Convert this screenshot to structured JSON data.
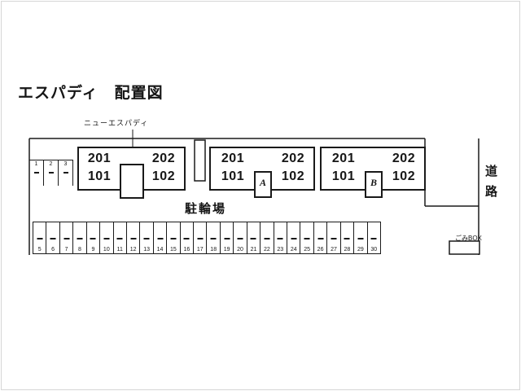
{
  "page": {
    "title": "エスパディ　配置図"
  },
  "diagram": {
    "building_annotation": "ニューエスパディ",
    "bicycle_parking_label": "駐輪場",
    "road_label": "道路",
    "garbage_box_label": "ごみBOX",
    "buildings": [
      {
        "id": "1",
        "top_left": "201",
        "top_right": "202",
        "bottom_left": "101",
        "bottom_right": "102",
        "letter": ""
      },
      {
        "id": "2",
        "top_left": "201",
        "top_right": "202",
        "bottom_left": "101",
        "bottom_right": "102",
        "letter": "A"
      },
      {
        "id": "3",
        "top_left": "201",
        "top_right": "202",
        "bottom_left": "101",
        "bottom_right": "102",
        "letter": "B"
      }
    ],
    "side_parking_numbers": [
      "1",
      "2",
      "3"
    ],
    "bottom_parking_numbers": [
      "5",
      "6",
      "7",
      "8",
      "9",
      "10",
      "11",
      "12",
      "13",
      "14",
      "15",
      "16",
      "17",
      "18",
      "19",
      "20",
      "21",
      "22",
      "23",
      "24",
      "25",
      "26",
      "27",
      "28",
      "29",
      "30"
    ]
  },
  "colors": {
    "line": "#1a1a1a",
    "background": "#ffffff"
  }
}
